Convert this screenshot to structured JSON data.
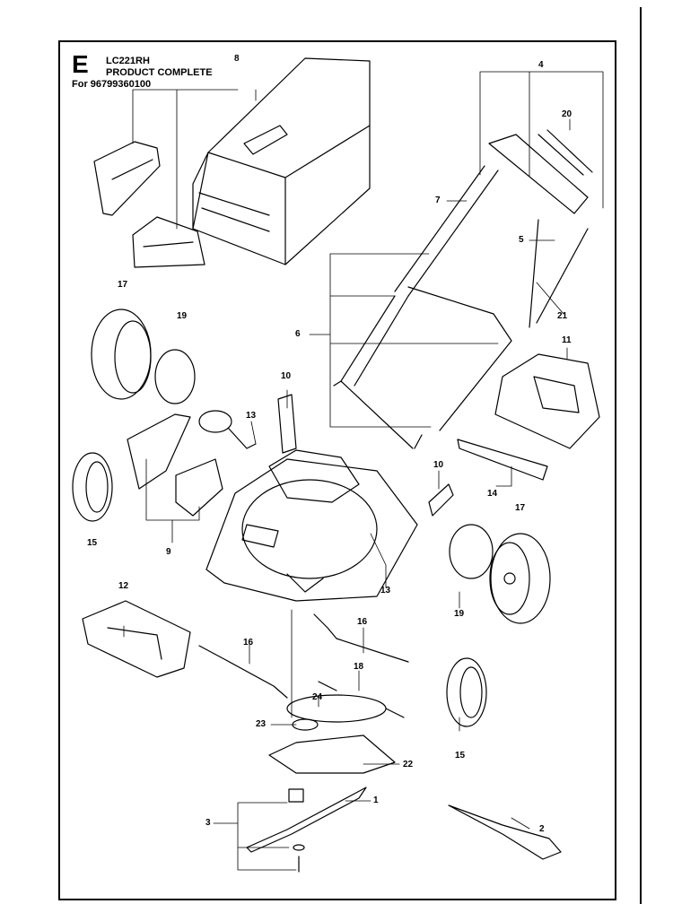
{
  "header": {
    "section_letter": "E",
    "model": "LC221RH",
    "subtitle": "PRODUCT COMPLETE",
    "for_line": "For 96799360100"
  },
  "callouts": {
    "c1": "1",
    "c2": "2",
    "c3": "3",
    "c4": "4",
    "c5": "5",
    "c6": "6",
    "c7": "7",
    "c8": "8",
    "c9": "9",
    "c10a": "10",
    "c10b": "10",
    "c11": "11",
    "c12": "12",
    "c13a": "13",
    "c13b": "13",
    "c14": "14",
    "c15a": "15",
    "c15b": "15",
    "c16a": "16",
    "c16b": "16",
    "c17a": "17",
    "c17b": "17",
    "c18": "18",
    "c19a": "19",
    "c19b": "19",
    "c20": "20",
    "c21": "21",
    "c22": "22",
    "c23": "23",
    "c24": "24"
  }
}
